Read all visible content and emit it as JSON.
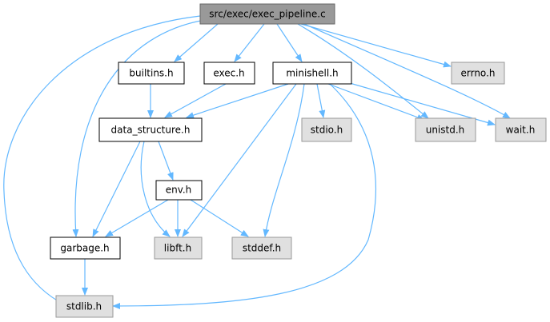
{
  "colors": {
    "edge": "#63b8ff",
    "root_fill": "#999999",
    "root_stroke": "#666666",
    "local_fill": "#ffffff",
    "local_stroke": "#000000",
    "system_fill": "#e0e0e0",
    "system_stroke": "#999999"
  },
  "nodes": {
    "exec_pipeline": {
      "label": "src/exec/exec_pipeline.c",
      "kind": "root"
    },
    "builtins": {
      "label": "builtins.h",
      "kind": "local"
    },
    "exec_h": {
      "label": "exec.h",
      "kind": "local"
    },
    "minishell": {
      "label": "minishell.h",
      "kind": "local"
    },
    "errno": {
      "label": "errno.h",
      "kind": "system"
    },
    "data_structure": {
      "label": "data_structure.h",
      "kind": "local"
    },
    "stdio": {
      "label": "stdio.h",
      "kind": "system"
    },
    "unistd": {
      "label": "unistd.h",
      "kind": "system"
    },
    "wait": {
      "label": "wait.h",
      "kind": "system"
    },
    "env": {
      "label": "env.h",
      "kind": "local"
    },
    "garbage": {
      "label": "garbage.h",
      "kind": "local"
    },
    "libft": {
      "label": "libft.h",
      "kind": "system"
    },
    "stddef": {
      "label": "stddef.h",
      "kind": "system"
    },
    "stdlib": {
      "label": "stdlib.h",
      "kind": "system"
    }
  },
  "edges": [
    {
      "from": "exec_pipeline",
      "to": "builtins"
    },
    {
      "from": "exec_pipeline",
      "to": "exec_h"
    },
    {
      "from": "exec_pipeline",
      "to": "minishell"
    },
    {
      "from": "exec_pipeline",
      "to": "errno"
    },
    {
      "from": "exec_pipeline",
      "to": "unistd"
    },
    {
      "from": "exec_pipeline",
      "to": "wait"
    },
    {
      "from": "exec_pipeline",
      "to": "garbage"
    },
    {
      "from": "exec_pipeline",
      "to": "stdlib"
    },
    {
      "from": "builtins",
      "to": "data_structure"
    },
    {
      "from": "exec_h",
      "to": "data_structure"
    },
    {
      "from": "minishell",
      "to": "data_structure"
    },
    {
      "from": "minishell",
      "to": "stdio"
    },
    {
      "from": "minishell",
      "to": "unistd"
    },
    {
      "from": "minishell",
      "to": "wait"
    },
    {
      "from": "minishell",
      "to": "libft"
    },
    {
      "from": "minishell",
      "to": "stddef"
    },
    {
      "from": "minishell",
      "to": "stdlib"
    },
    {
      "from": "data_structure",
      "to": "env"
    },
    {
      "from": "data_structure",
      "to": "garbage"
    },
    {
      "from": "data_structure",
      "to": "libft"
    },
    {
      "from": "env",
      "to": "garbage"
    },
    {
      "from": "env",
      "to": "libft"
    },
    {
      "from": "env",
      "to": "stddef"
    },
    {
      "from": "garbage",
      "to": "stdlib"
    }
  ]
}
